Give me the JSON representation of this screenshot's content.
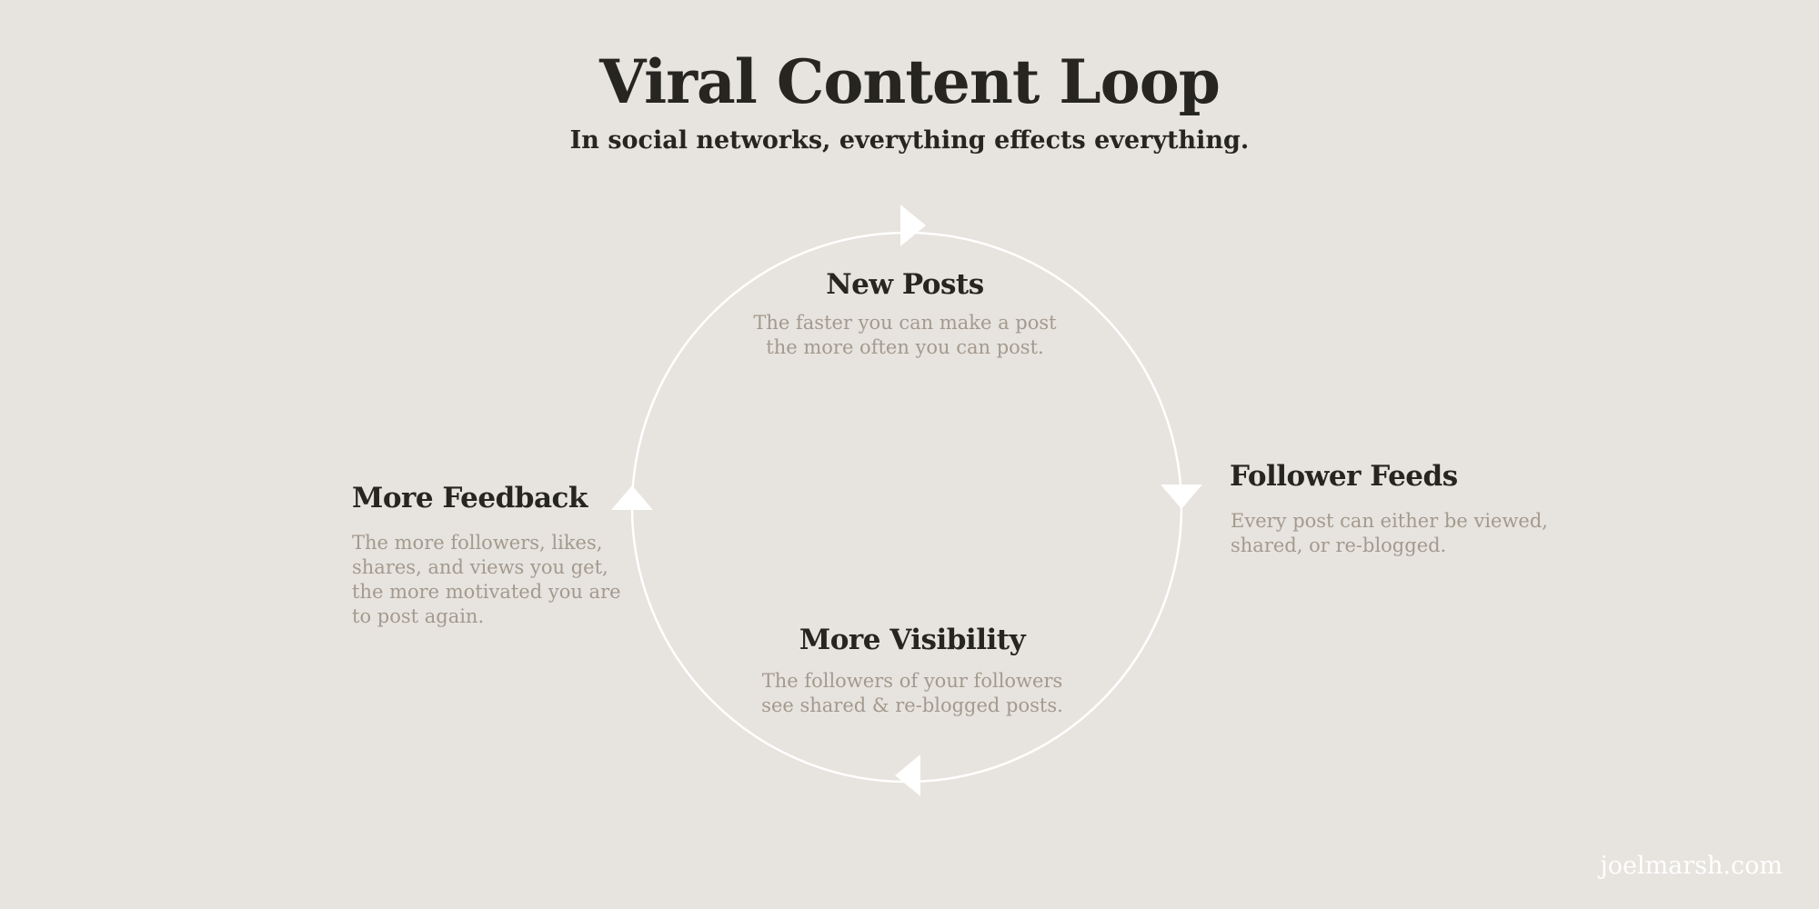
{
  "colors": {
    "background": "#e7e3de",
    "heading": "#262522",
    "description": "#a39a8f",
    "loop": "#ffffff",
    "credit": "#ffffff"
  },
  "header": {
    "title": "Viral Content Loop",
    "subtitle": "In social networks, everything effects everything."
  },
  "loop": {
    "direction": "clockwise",
    "arrow_icons": [
      "arrow-right-icon",
      "arrow-down-icon",
      "arrow-left-icon",
      "arrow-up-icon"
    ],
    "nodes": [
      {
        "title": "New Posts",
        "description": [
          "The faster you can make a post",
          "the more often you can post."
        ]
      },
      {
        "title": "Follower Feeds",
        "description": [
          "Every post can either be viewed,",
          "shared, or re-blogged."
        ]
      },
      {
        "title": "More Visibility",
        "description": [
          "The followers of your followers",
          "see shared & re-blogged posts."
        ]
      },
      {
        "title": "More Feedback",
        "description": [
          "The more followers, likes,",
          "shares, and views you get,",
          "the more motivated you are",
          "to post again."
        ]
      }
    ]
  },
  "footer": {
    "credit": "joelmarsh.com"
  }
}
